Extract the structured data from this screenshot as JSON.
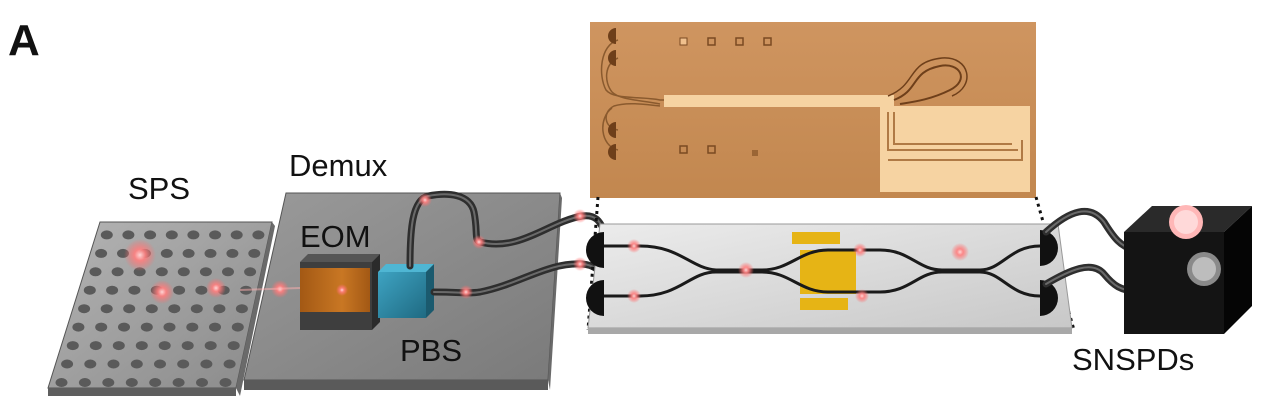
{
  "figure": {
    "panel_letter": "A",
    "labels": {
      "sps": "SPS",
      "demux": "Demux",
      "eom": "EOM",
      "pbs": "PBS",
      "snspds": "SNSPDs"
    }
  },
  "colors": {
    "background": "#ffffff",
    "chip_photo": "#c98d57",
    "chip_metal": "#f6d3a2",
    "slab": "#8e8e8e",
    "eom": "#c46d17",
    "pbs": "#2f8aa6",
    "gold_pad": "#e6b415",
    "photon": "#ff8b8b",
    "detector_body": "#141414"
  }
}
